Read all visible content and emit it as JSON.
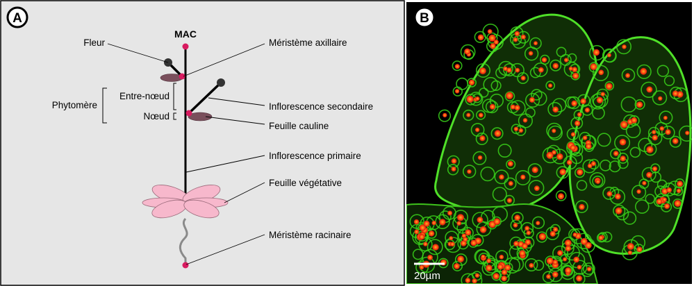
{
  "panel_a": {
    "badge": "A",
    "background": "#e6e6e6",
    "labels": {
      "mac": "MAC",
      "fleur": "Fleur",
      "meristeme_axillaire": "Méristème axillaire",
      "phytomere": "Phytomère",
      "entre_noeud": "Entre-nœud",
      "noeud": "Nœud",
      "inflorescence_secondaire": "Inflorescence secondaire",
      "feuille_cauline": "Feuille cauline",
      "inflorescence_primaire": "Inflorescence primaire",
      "feuille_vegetative": "Feuille végétative",
      "meristeme_racinaire": "Méristème racinaire"
    },
    "colors": {
      "meristem_dot": "#d81b60",
      "cauline_leaf": "#7a4f5c",
      "rosette_leaf": "#f7b8cc",
      "stem": "#000000",
      "root": "#8a8a8a",
      "bud": "#333333"
    }
  },
  "panel_b": {
    "badge": "B",
    "scale_label": "20µm",
    "colors": {
      "background": "#000000",
      "cell_wall": "#3ad11a",
      "nucleus": "#ff3a10"
    }
  }
}
